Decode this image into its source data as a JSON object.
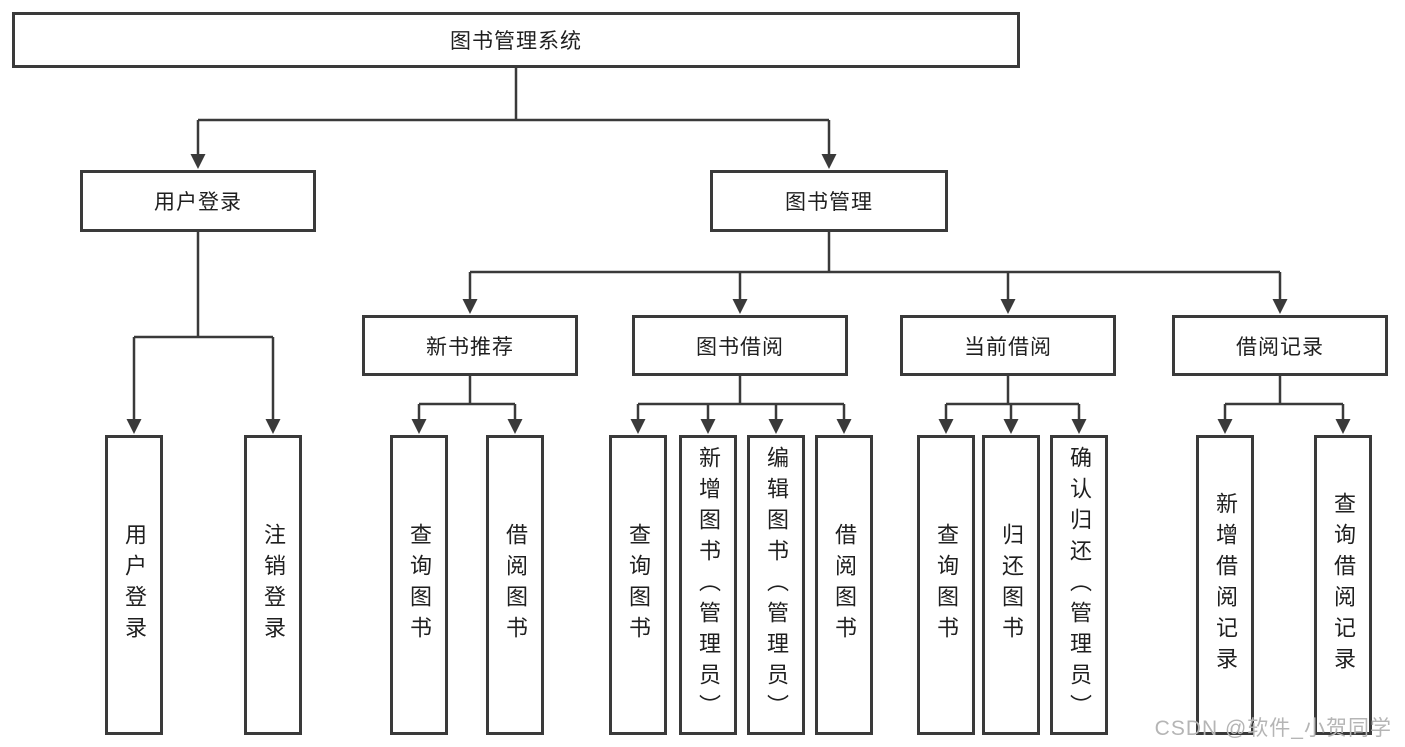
{
  "colors": {
    "line": "#3a3a3a",
    "text": "#1f1f1f",
    "box_fill": "#ffffff",
    "page_background": "#ffffff",
    "watermark": "#b5b5b5"
  },
  "tree": {
    "root": {
      "label": "图书管理系统"
    },
    "children": [
      {
        "label": "用户登录",
        "children": [
          {
            "label": "用户登录"
          },
          {
            "label": "注销登录"
          }
        ]
      },
      {
        "label": "图书管理",
        "children": [
          {
            "label": "新书推荐",
            "children": [
              {
                "label": "查询图书"
              },
              {
                "label": "借阅图书"
              }
            ]
          },
          {
            "label": "图书借阅",
            "children": [
              {
                "label": "查询图书"
              },
              {
                "label": "新增图书（管理员）"
              },
              {
                "label": "编辑图书（管理员）"
              },
              {
                "label": "借阅图书"
              }
            ]
          },
          {
            "label": "当前借阅",
            "children": [
              {
                "label": "查询图书"
              },
              {
                "label": "归还图书"
              },
              {
                "label": "确认归还（管理员）"
              }
            ]
          },
          {
            "label": "借阅记录",
            "children": [
              {
                "label": "新增借阅记录"
              },
              {
                "label": "查询借阅记录"
              }
            ]
          }
        ]
      }
    ]
  },
  "watermark": {
    "text": "CSDN @软件_小贺同学"
  }
}
